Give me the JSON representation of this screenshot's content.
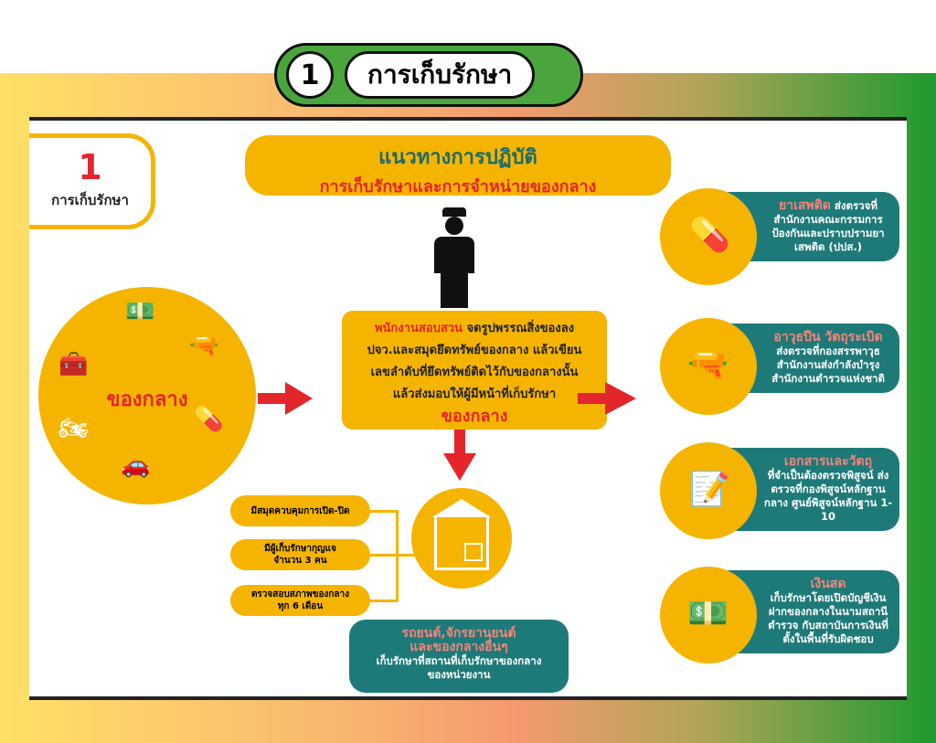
{
  "header": {
    "number": "1",
    "title": "การเก็บรักษา"
  },
  "badge": {
    "number": "1",
    "label": "การเก็บรักษา"
  },
  "main_title": {
    "line1": "แนวทางการปฏิบัติ",
    "line2": "การเก็บรักษาและการจำหน่ายของกลาง"
  },
  "evidence_circle": {
    "label": "ของกลาง"
  },
  "center_box": {
    "highlight": "พนักงานสอบสวน",
    "line1": "จดรูปพรรณสิ่งของลง",
    "line2": "ปจว.และสมุดยึดทรัพย์ของกลาง แล้วเขียน",
    "line3": "เลขลำดับที่ยึดทรัพย์ติดไว้กับของกลางนั้น",
    "line4": "แล้วส่งมอบให้ผู้มีหน้าที่เก็บรักษา",
    "emphasis": "ของกลาง"
  },
  "storage_rules": [
    {
      "line1": "มีสมุดควบคุมการเปิด-ปิด",
      "line2": ""
    },
    {
      "line1": "มีผู้เก็บรักษากุญแจ",
      "line2": "จำนวน 3 คน"
    },
    {
      "line1": "ตรวจสอบสภาพของกลาง",
      "line2": "ทุก 6 เดือน"
    }
  ],
  "vehicles_box": {
    "title1": "รถยนต์,จักรยานยนต์",
    "title2": "และของกลางอื่นๆ",
    "line1": "เก็บรักษาที่สถานที่เก็บรักษาของกลาง",
    "line2": "ของหน่วยงาน"
  },
  "categories": [
    {
      "title": "ยาเสพติด",
      "text": "ส่งตรวจที่ สำนักงานคณะกรรมการ ป้องกันและปราบปรามยา เสพติด (ปปส.)",
      "icon": "pills-icon"
    },
    {
      "title": "อาวุธปืน วัตถุระเบิด",
      "text": "ส่งตรวจที่กองสรรพาวุธ สำนักงานส่งกำลังบำรุง สำนักงานตำรวจแห่งชาติ",
      "icon": "gun-icon"
    },
    {
      "title": "เอกสารและวัตถุ",
      "text": "ที่จำเป็นต้องตรวจพิสูจน์ ส่งตรวจที่กองพิสูจน์หลักฐานกลาง ศูนย์พิสูจน์หลักฐาน 1-10",
      "icon": "document-icon"
    },
    {
      "title": "เงินสด",
      "text": "เก็บรักษาโดยเปิดบัญชีเงินฝากของกลางในนามสถานีตำรวจ กับสถาบันการเงินที่ตั้งในพื้นที่รับผิดชอบ",
      "icon": "cash-icon"
    }
  ],
  "colors": {
    "accent": "#f5b400",
    "teal": "#1e7a78",
    "red": "#e3262b",
    "green": "#4aa63c"
  }
}
